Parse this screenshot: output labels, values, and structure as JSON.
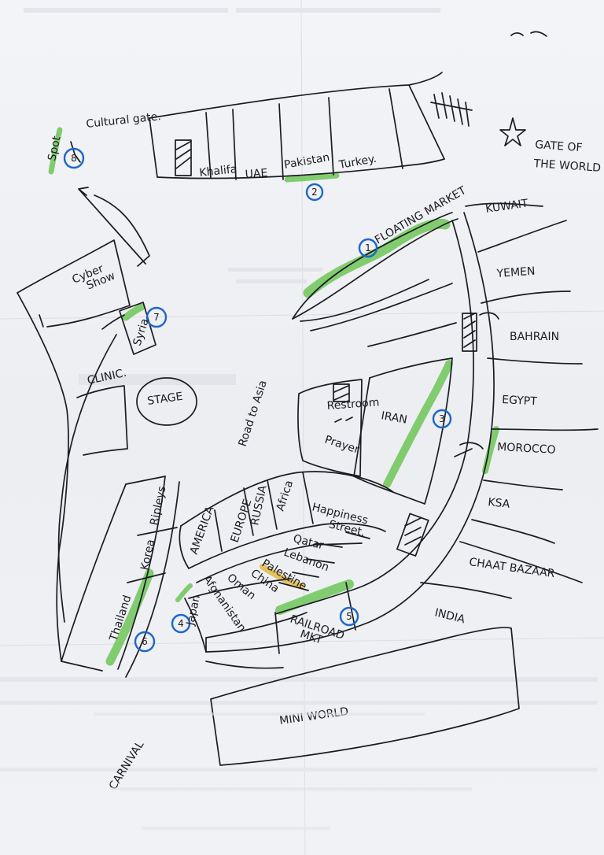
{
  "map": {
    "labels": {
      "cultural_gate": "Cultural gate.",
      "gate_world": "GATE OF THE WORLD",
      "khalifa": "Khalifa",
      "uae": "UAE",
      "pakistan": "Pakistan",
      "turkey": "Turkey.",
      "floating_market": "FLOATING MARKET",
      "kuwait": "KUWAIT",
      "yemen": "YEMEN",
      "bahrain": "BAHRAIN",
      "egypt": "EGYPT",
      "morocco": "MOROCCO",
      "ksa": "KSA",
      "chaat_bazaar": "CHAAT BAZAAR",
      "india": "INDIA",
      "iran": "IRAN",
      "restroom": "Restroom",
      "prayer": "Prayer",
      "road_to_asia": "Road to Asia",
      "cyber_show": "Cyber Show",
      "syria": "Syria",
      "clinic": "CLINIC.",
      "stage": "STAGE",
      "ripleys": "Ripleys",
      "korea": "Korea",
      "thailand": "Thailand",
      "japan": "Japan",
      "afghanistan": "Afghanistan",
      "oman": "Oman",
      "china": "China",
      "palestine": "Palestine",
      "lebanon": "Lebanon",
      "qatar": "Qatar",
      "happiness_street": "Happiness Street.",
      "america": "AMERICA",
      "europe": "EUROPE",
      "russia": "RUSSIA",
      "africa": "Africa",
      "railroad_mkt": "RAILROAD MKT",
      "mini_world": "MINI WORLD",
      "carnival": "CARNIVAL",
      "spot_8_text": "Spot"
    },
    "markers": [
      "1",
      "2",
      "3",
      "4",
      "5",
      "6",
      "7",
      "8"
    ],
    "colors": {
      "ink": "#1b1b22",
      "highlight": "#63c24a",
      "marker": "#1d66c9",
      "highlight_yellow": "#e1b640",
      "paper": "#eeeff3"
    }
  }
}
